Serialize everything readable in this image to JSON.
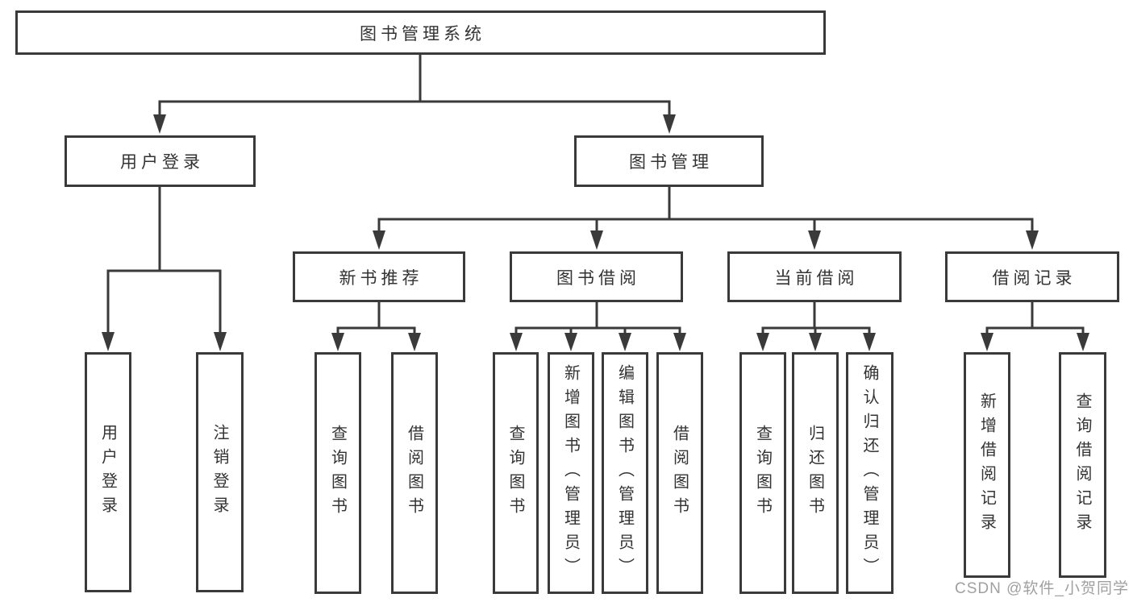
{
  "diagram_title": "图书管理系统",
  "nodes": {
    "root": "图书管理系统",
    "user_login": "用户登录",
    "book_management": "图书管理",
    "new_book_recommend": "新书推荐",
    "book_borrowing": "图书借阅",
    "current_borrowing": "当前借阅",
    "borrowing_records": "借阅记录",
    "leaf_user_login": "用户登录",
    "leaf_logout": "注销登录",
    "leaf_recommend_query_books": "查询图书",
    "leaf_recommend_borrow_books": "借阅图书",
    "leaf_borrow_query_books": "查询图书",
    "leaf_borrow_add_books": "新增图书（管理员）",
    "leaf_borrow_edit_books": "编辑图书（管理员）",
    "leaf_borrow_borrow_books": "借阅图书",
    "leaf_current_query_books": "查询图书",
    "leaf_current_return_books": "归还图书",
    "leaf_current_confirm_return": "确认归还（管理员）",
    "leaf_records_add_record": "新增借阅记录",
    "leaf_records_query_record": "查询借阅记录"
  },
  "watermark": "CSDN @软件_小贺同学",
  "colors": {
    "line": "#3a3a3a",
    "text": "#333333",
    "watermark": "#a0a0a0",
    "background": "#ffffff"
  }
}
